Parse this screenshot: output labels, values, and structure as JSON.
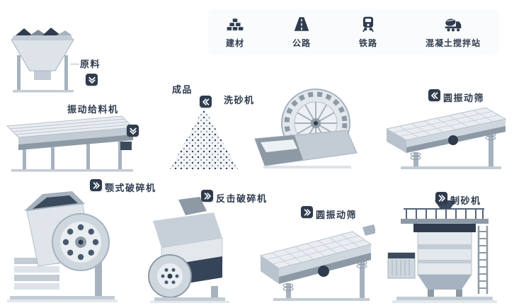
{
  "legend": {
    "items": [
      {
        "label": "建材",
        "icon": "building-materials-icon"
      },
      {
        "label": "公路",
        "icon": "highway-icon"
      },
      {
        "label": "铁路",
        "icon": "railway-icon"
      },
      {
        "label": "混凝土搅拌站",
        "icon": "concrete-mixer-icon"
      }
    ]
  },
  "nodes": {
    "raw_material": {
      "label": "原料",
      "badge": "double-chevron-down"
    },
    "vibrating_feeder": {
      "label": "振动给料机",
      "badge": "double-chevron-down"
    },
    "finished_product": {
      "label": "成品",
      "badge": "double-chevron-left"
    },
    "sand_washer": {
      "label": "洗砂机",
      "badge": ""
    },
    "screen_top": {
      "label": "圆振动筛",
      "badge": "double-chevron-left"
    },
    "jaw_crusher": {
      "label": "颚式破碎机",
      "badge": "double-chevron-right"
    },
    "impact_crusher": {
      "label": "反击破碎机",
      "badge": "double-chevron-right"
    },
    "screen_bottom": {
      "label": "圆振动筛",
      "badge": "double-chevron-right"
    },
    "sand_maker": {
      "label": "制砂机",
      "badge": "double-chevron-right"
    }
  },
  "colors": {
    "ink": "#2f3c4e",
    "light": "#e9edf1",
    "mid": "#c3ccd5",
    "shade": "#8d9aa6",
    "background": "#ffffff"
  }
}
